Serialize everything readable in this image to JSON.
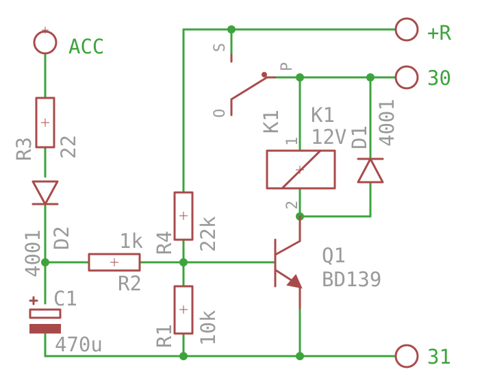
{
  "components": {
    "R3": {
      "name": "R3",
      "value": "22"
    },
    "D2": {
      "name": "D2",
      "value": "4001"
    },
    "C1": {
      "name": "C1",
      "value": "470u"
    },
    "R2": {
      "name": "R2",
      "value": "1k"
    },
    "R4": {
      "name": "R4",
      "value": "22k"
    },
    "R1": {
      "name": "R1",
      "value": "10k"
    },
    "Q1": {
      "name": "Q1",
      "value": "BD139"
    },
    "K1_coil": {
      "name": "K1",
      "pin1": "1",
      "pin2": "2"
    },
    "K1_switch": {
      "name": "K1",
      "value": "12V",
      "s": "S",
      "p": "P",
      "o": "O"
    },
    "D1": {
      "name": "D1",
      "value": "4001"
    }
  },
  "terminals": {
    "acc": "ACC",
    "plus_r": "+R",
    "t30": "30",
    "t31": "31"
  },
  "colors": {
    "wire": "#3da33d",
    "symbol": "#a94a4a",
    "label": "#9a9a9a",
    "background": "#ffffff"
  }
}
